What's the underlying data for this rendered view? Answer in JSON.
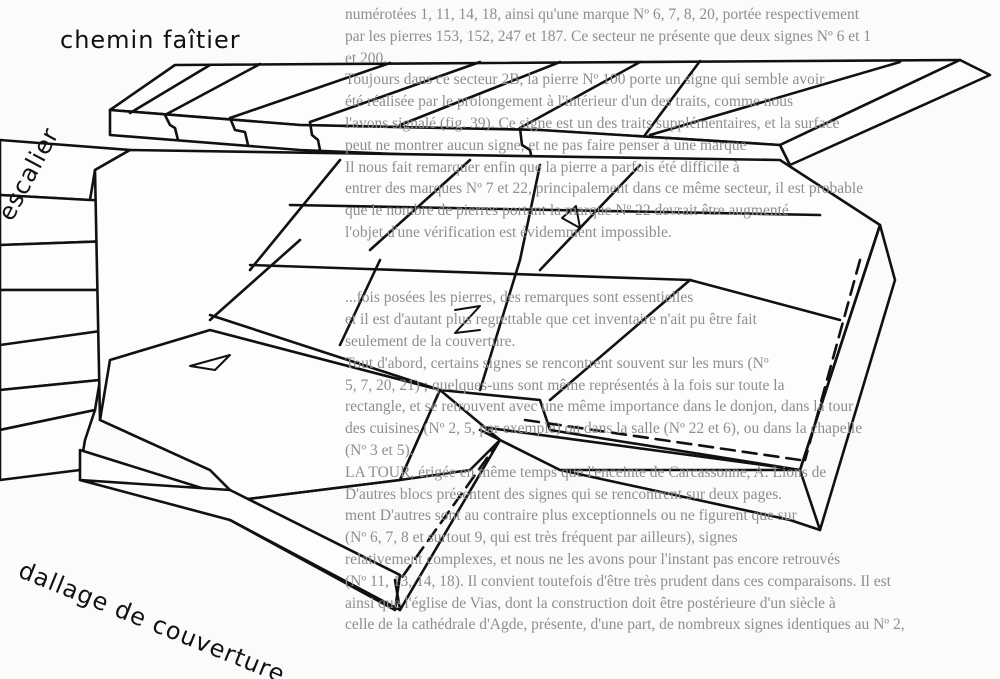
{
  "labels": {
    "ridge": "chemin faîtier",
    "stairs": "escalier",
    "paving": "dallage de couverture"
  },
  "background_text": [
    "numérotées 1, 11, 14, 18, ainsi qu'une marque Nº 6, 7, 8, 20, portée respectivement",
    "par les pierres 153, 152, 247 et 187. Ce secteur ne présente que deux signes Nº 6 et 1",
    "et 200.",
    "      Toujours dans ce secteur 2B, la pierre Nº 100 porte un signe qui semble avoir",
    "été réalisée par le prolongement à l'intérieur d'un des traits, comme nous",
    "l'avons signalé (fig. 39). Ce signe est un des traits supplémentaires, et la surface",
    "peut ne montrer aucun signe, et ne pas faire penser à une marque",
    "      Il nous fait remarquer enfin que la pierre a parfois été difficile à",
    "entrer des marques Nº 7 et 22, principalement dans ce même secteur, il est probable",
    "que le nombre de pierres portant la marque Nº 22 devrait être augmenté",
    "l'objet d'une vérification est évidemment impossible.",
    "",
    "",
    "      ...fois posées les pierres, des remarques sont essentielles",
    "et il est d'autant plus regrettable que cet inventaire n'ait pu être fait",
    "seulement de la couverture.",
    "      Tout d'abord, certains signes se rencontrent souvent sur les murs (Nº",
    "5, 7, 20, 21) ; quelques-uns sont même représentés à la fois sur toute la",
    "rectangle, et se retrouvent avec une même importance dans le donjon, dans la tour",
    "des cuisines (Nº 2, 5, par exemple) ou dans la salle (Nº 22 et 6), ou dans la chapelle",
    "(Nº 3 et 5).",
    "      LA TOUR, érigée en même temps que l'enceinte de Carcassonne, A. Lions de",
    "      D'autres blocs présentent des signes qui se rencontrent sur deux pages.",
    "ment D'autres sont au contraire plus exceptionnels ou ne figurent que sur",
    "(Nº 6, 7, 8 et surtout 9, qui est très fréquent par ailleurs), signes",
    "relativement complexes, et nous ne les avons pour l'instant pas encore retrouvés",
    "(Nº 11, 13, 14, 18). Il convient toutefois d'être très prudent dans ces comparaisons. Il est",
    "ainsi que l'église de Vias, dont la construction doit être postérieure d'un siècle à",
    "celle de la cathédrale d'Agde, présente, d'une part, de nombreux signes identiques au Nº 2,"
  ],
  "colors": {
    "ink": "#111111",
    "paper": "#fbfbfa",
    "bleed": "#8e8e8e"
  }
}
